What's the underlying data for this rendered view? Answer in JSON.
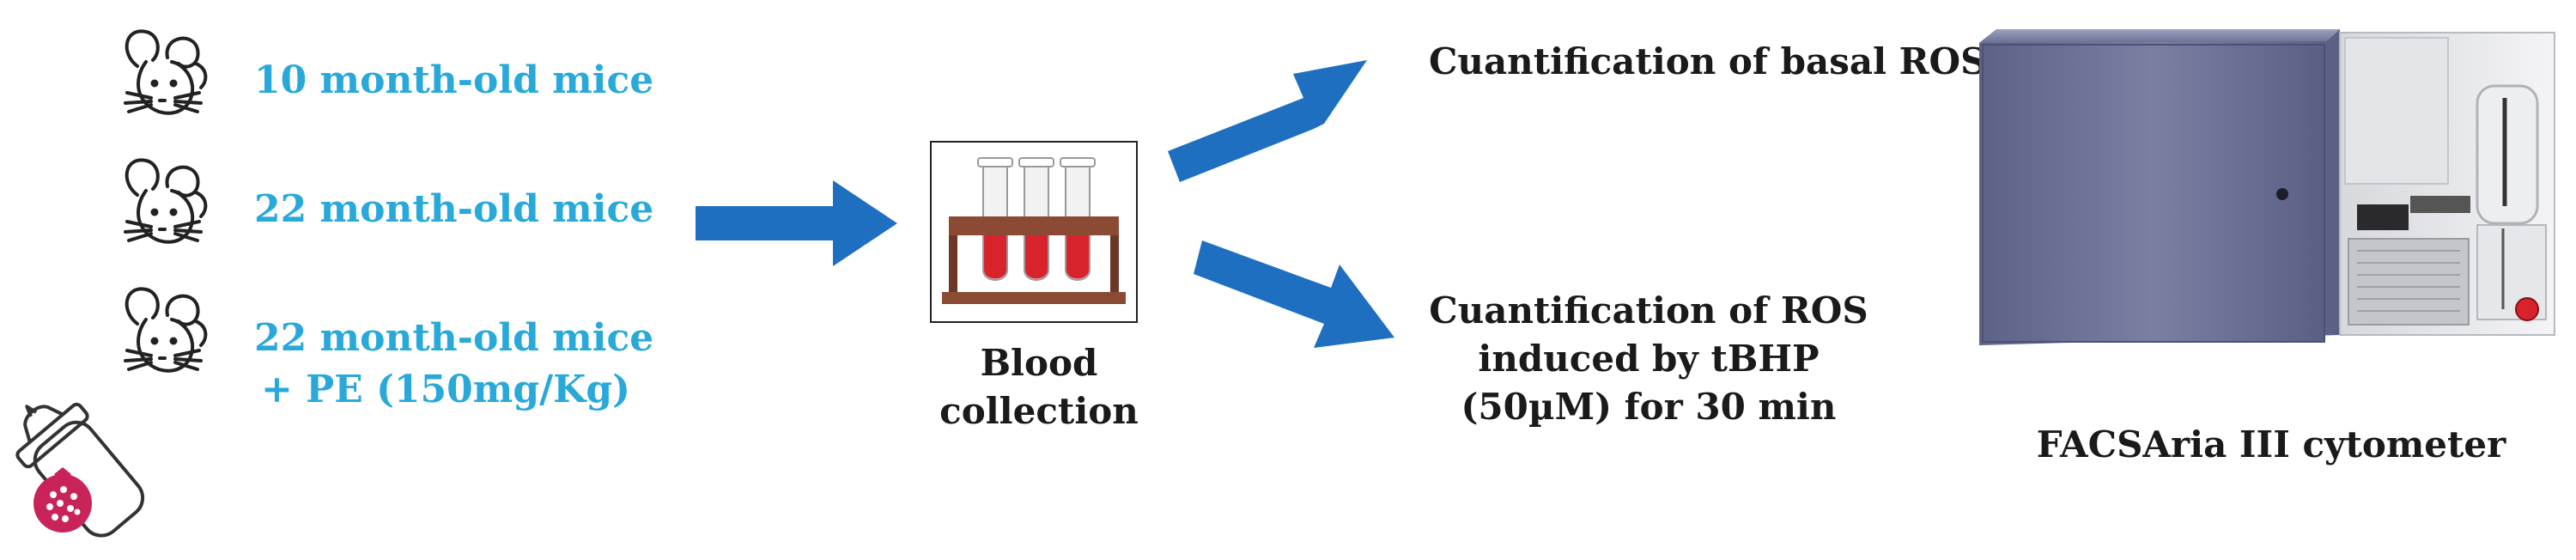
{
  "groups": [
    {
      "label": "10 month-old mice"
    },
    {
      "label": "22 month-old mice"
    },
    {
      "label_line1": "22 month-old mice",
      "label_line2": "+ PE (150mg/Kg)"
    }
  ],
  "collection": {
    "label": "Blood collection"
  },
  "outputs": {
    "basal": "Cuantification of basal ROS",
    "induced_line1": "Cuantification of ROS",
    "induced_line2": "induced by tBHP",
    "induced_line3": "(50µM) for 30 min"
  },
  "instrument": {
    "label": "FACSAria III cytometer"
  },
  "colors": {
    "group_text": "#28a9d9",
    "arrow": "#1f6fc1",
    "blood": "#d8222c",
    "rack": "#8a4a33",
    "cytometer": "#6d7395",
    "pomegranate": "#c9245a"
  },
  "icons": [
    "mouse-icon",
    "test-tube-rack-icon",
    "baby-bottle-icon",
    "pomegranate-icon",
    "cytometer-image"
  ]
}
